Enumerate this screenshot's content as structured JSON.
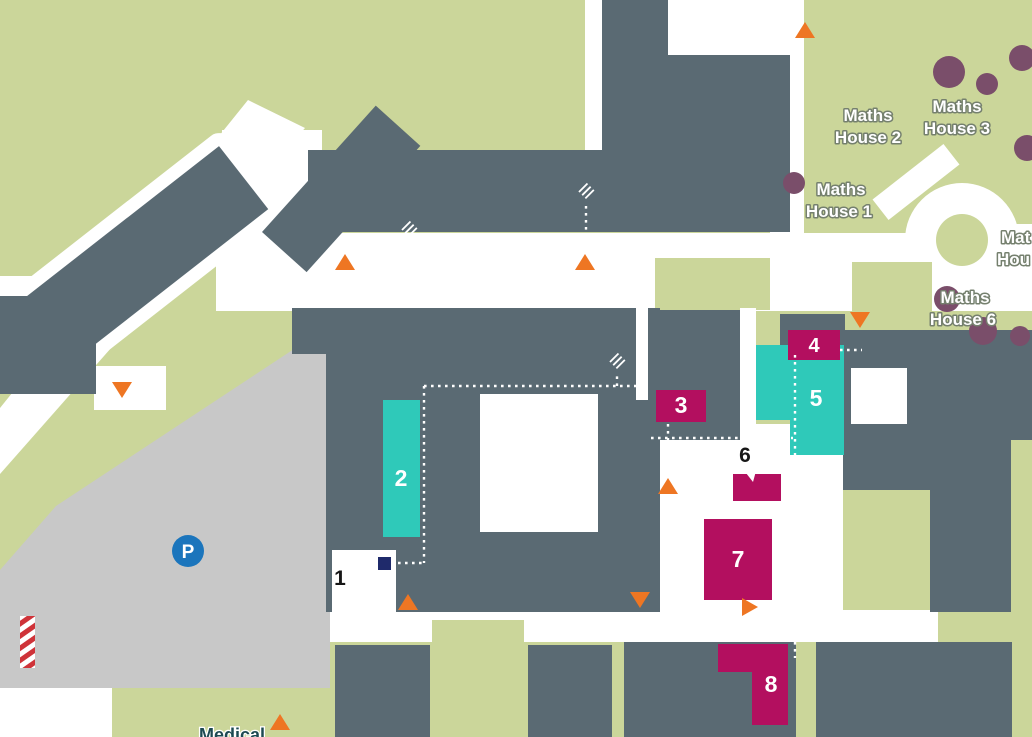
{
  "map": {
    "labels": {
      "maths_house_1": [
        "Maths",
        "House 1"
      ],
      "maths_house_2": [
        "Maths",
        "House 2"
      ],
      "maths_house_3": [
        "Maths",
        "House 3"
      ],
      "maths_house_6": [
        "Maths",
        "House 6"
      ],
      "maths_house_partial": [
        "Mat",
        "Hou"
      ],
      "medical": "Medical"
    },
    "markers": {
      "building_1": "1",
      "building_2": "2",
      "building_3": "3",
      "building_4": "4",
      "building_5": "5",
      "building_6": "6",
      "building_7": "7",
      "building_8": "8",
      "parking": "P"
    },
    "colors": {
      "grass": "#cbd69a",
      "building": "#5a6a73",
      "paved": "#c8c8c8",
      "road": "#ffffff",
      "highlight_teal": "#2fc9b9",
      "highlight_magenta": "#b30f5f",
      "marker_orange": "#ee7623",
      "parking_blue": "#1b75bc",
      "tree": "#7a4e6a",
      "location_navy": "#1f2a6b",
      "barrier_red": "#cf3339",
      "route_dotted": "#ffffff"
    }
  }
}
